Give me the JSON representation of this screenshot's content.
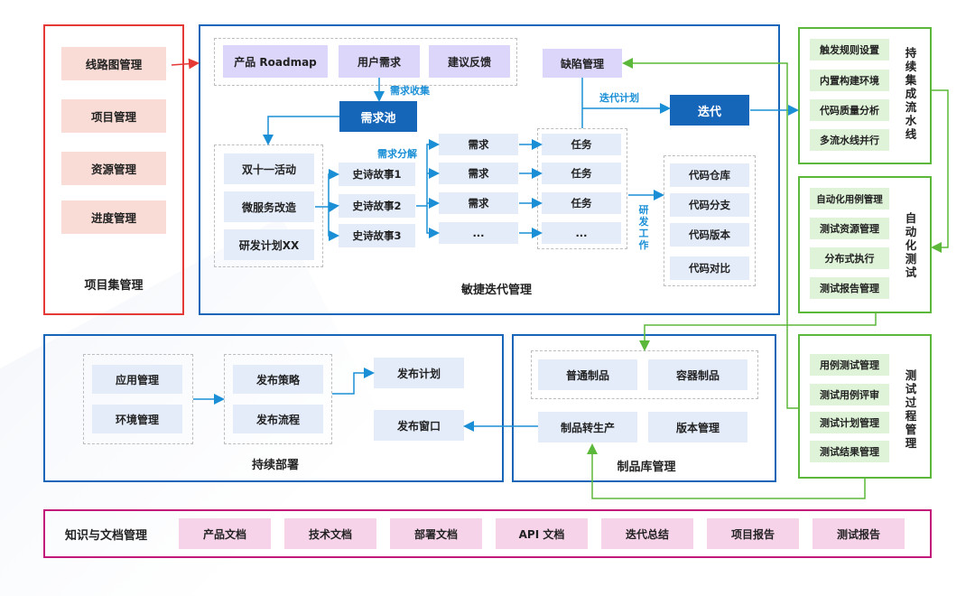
{
  "project_set": {
    "items": [
      "线路图管理",
      "项目管理",
      "资源管理",
      "进度管理"
    ],
    "title": "项目集管理"
  },
  "agile": {
    "title": "敏捷迭代管理",
    "inputs": [
      "产品 Roadmap",
      "用户需求",
      "建议反馈"
    ],
    "collect_label": "需求收集",
    "pool": "需求池",
    "activities": [
      "双十一活动",
      "微服务改造",
      "研发计划XX"
    ],
    "split_label": "需求分解",
    "epics": [
      "史诗故事1",
      "史诗故事2",
      "史诗故事3"
    ],
    "requirements": [
      "需求",
      "需求",
      "需求",
      "..."
    ],
    "tasks": [
      "任务",
      "任务",
      "任务",
      "..."
    ],
    "defect": "缺陷管理",
    "plan_label": "迭代计划",
    "iteration": "迭代",
    "dev_label": "研发工作",
    "code": [
      "代码仓库",
      "代码分支",
      "代码版本",
      "代码对比"
    ]
  },
  "ci": {
    "title": "持续集成流水线",
    "items": [
      "触发规则设置",
      "内置构建环境",
      "代码质量分析",
      "多流水线并行"
    ]
  },
  "auto_test": {
    "title": "自动化测试",
    "items": [
      "自动化用例管理",
      "测试资源管理",
      "分布式执行",
      "测试报告管理"
    ]
  },
  "test_process": {
    "title": "测试过程管理",
    "items": [
      "用例测试管理",
      "测试用例评审",
      "测试计划管理",
      "测试结果管理"
    ]
  },
  "deploy": {
    "title": "持续部署",
    "left": [
      "应用管理",
      "环境管理"
    ],
    "mid": [
      "发布策略",
      "发布流程"
    ],
    "plan": "发布计划",
    "window": "发布窗口"
  },
  "artifact": {
    "title": "制品库管理",
    "top": [
      "普通制品",
      "容器制品"
    ],
    "bottom": [
      "制品转生产",
      "版本管理"
    ]
  },
  "knowledge": {
    "title": "知识与文档管理",
    "items": [
      "产品文档",
      "技术文档",
      "部署文档",
      "API 文档",
      "迭代总结",
      "项目报告",
      "测试报告"
    ]
  },
  "colors": {
    "red": "#e53935",
    "blue": "#1565b8",
    "green": "#5cb83a",
    "magenta": "#c2187a"
  }
}
